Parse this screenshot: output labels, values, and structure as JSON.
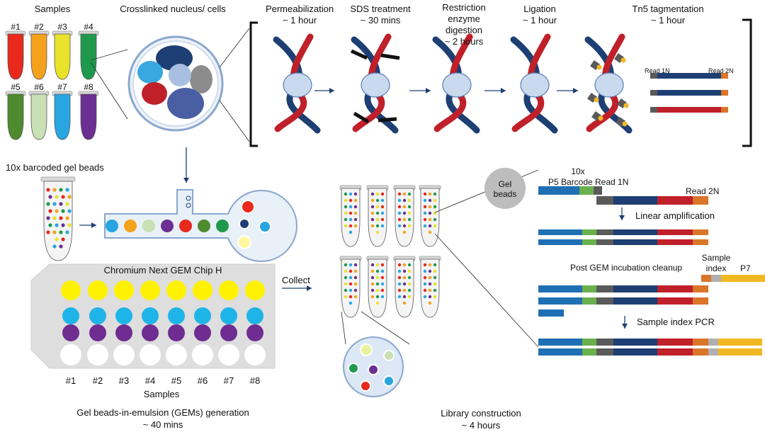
{
  "samples_section": {
    "title": "Samples",
    "tubes": [
      {
        "label": "#1",
        "color": "#e8291c"
      },
      {
        "label": "#2",
        "color": "#f4a21c"
      },
      {
        "label": "#3",
        "color": "#e8e22a"
      },
      {
        "label": "#4",
        "color": "#1f9a4c"
      },
      {
        "label": "#5",
        "color": "#4e8a2e"
      },
      {
        "label": "#6",
        "color": "#c8e0b4"
      },
      {
        "label": "#7",
        "color": "#27a6e1"
      },
      {
        "label": "#8",
        "color": "#6b2f93"
      }
    ]
  },
  "nucleus": {
    "title": "Crosslinked nucleus/ cells"
  },
  "steps": [
    {
      "title": "Permeabilization",
      "duration": "~ 1 hour"
    },
    {
      "title": "SDS treatment",
      "duration": "~ 30 mins"
    },
    {
      "title": "Restriction enzyme digestion",
      "line1": "Restriction",
      "line2": "enzyme",
      "line3": "digestion",
      "duration": "~ 2 hours"
    },
    {
      "title": "Ligation",
      "duration": "~ 1 hour"
    },
    {
      "title": "Tn5 tagmentation",
      "duration": "~ 1 hour"
    }
  ],
  "tagmentation_reads": {
    "read1": "Read 1N",
    "read2": "Read 2N"
  },
  "gel_beads": {
    "title": "10x barcoded gel beads"
  },
  "chip": {
    "title": "Chromium Next GEM Chip H",
    "columns": [
      "#1",
      "#2",
      "#3",
      "#4",
      "#5",
      "#6",
      "#7",
      "#8"
    ],
    "samples_label": "Samples",
    "row_colors": [
      "#fff200",
      "#1fb4e8",
      "#6f2c91",
      "#ffffff"
    ]
  },
  "gem_generation": {
    "title": "Gel beads-in-emulsion (GEMs) generation",
    "duration": "~ 40 mins"
  },
  "collect_label": "Collect",
  "library": {
    "title": "Library construction",
    "duration": "~ 4 hours"
  },
  "library_detail": {
    "gel_beads_line1": "Gel",
    "gel_beads_line2": "beads",
    "tenx": "10x",
    "p5_barcode": "P5 Barcode",
    "read1n": "Read 1N",
    "read2n": "Read 2N",
    "linear_amp": "Linear amplification",
    "cleanup": "Post GEM incubation cleanup",
    "sample_index_line1": "Sample",
    "sample_index_line2": "index",
    "p7": "P7",
    "index_pcr": "Sample index PCR"
  },
  "colors": {
    "p5": "#1f6fb4",
    "barcode": "#6ab04c",
    "read1": "#5a5a5a",
    "navy": "#1d3f73",
    "red": "#c0202a",
    "orange": "#d9762a",
    "gray_light": "#b0b0b0",
    "yellow": "#f2b824",
    "soft_blue": "#c9d9ee"
  }
}
